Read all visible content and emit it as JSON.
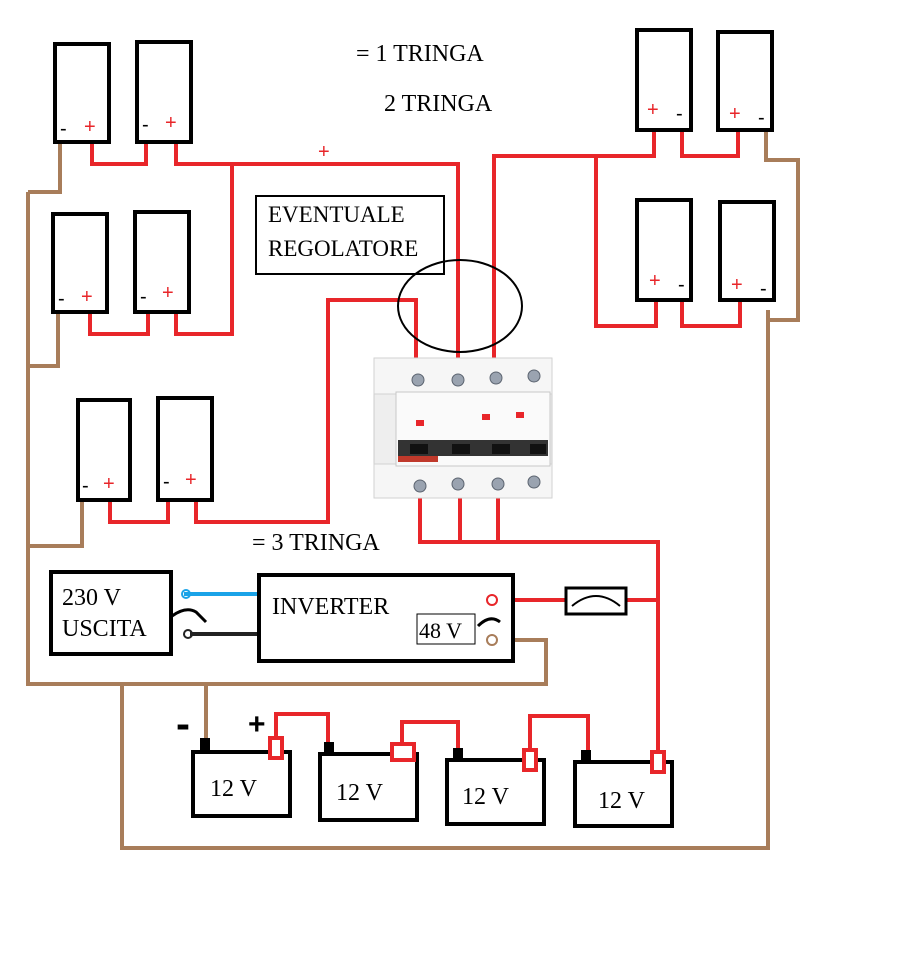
{
  "labels": {
    "string1": "= 1 TRINGA",
    "string2": "2 TRINGA",
    "string3": "= 3 TRINGA",
    "regulator_line1": "EVENTUALE",
    "regulator_line2": "REGOLATORE",
    "output_line1": "230 V",
    "output_line2": "USCITA",
    "inverter": "INVERTER",
    "inverter_voltage": "48 V",
    "plus_top": "+",
    "battery_minus": "-",
    "battery_plus": "+"
  },
  "panel_signs": {
    "minus": "-",
    "plus": "+"
  },
  "batteries": [
    "12 V",
    "12 V",
    "12 V",
    "12 V"
  ],
  "colors": {
    "positive_wire": "#e8262a",
    "negative_wire": "#a87d5a",
    "ac_wire_live": "#1aa3e8",
    "ac_wire_neutral": "#222222",
    "outline": "#000000"
  }
}
